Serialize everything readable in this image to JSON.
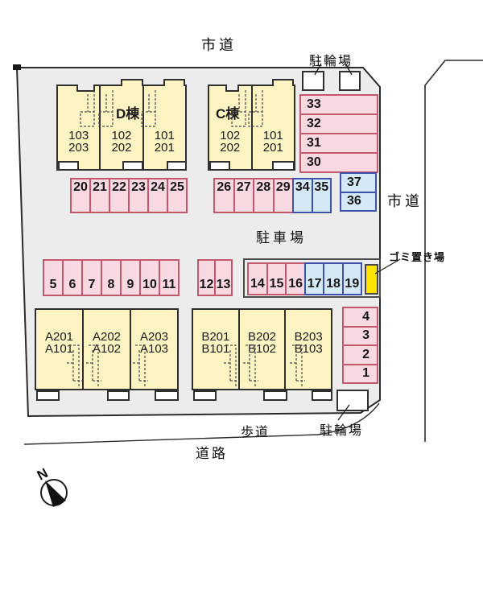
{
  "labels": {
    "road_top": "市道",
    "road_right": "市道",
    "road_bottom": "道路",
    "sidewalk": "歩道",
    "parking_area": "駐車場",
    "bicycle_top": "駐輪場",
    "bicycle_bottom": "駐輪場",
    "garbage": "ゴミ置き場",
    "compass_north": "N"
  },
  "buildings": {
    "D": {
      "label": "D棟",
      "units": [
        [
          "103",
          "203"
        ],
        [
          "102",
          "202"
        ],
        [
          "101",
          "201"
        ]
      ]
    },
    "C": {
      "label": "C棟",
      "units": [
        [
          "102",
          "202"
        ],
        [
          "101",
          "201"
        ]
      ]
    },
    "A": {
      "units": [
        [
          "A201",
          "A101"
        ],
        [
          "A202",
          "A102"
        ],
        [
          "A203",
          "A103"
        ]
      ]
    },
    "B": {
      "units": [
        [
          "B201",
          "B101"
        ],
        [
          "B202",
          "B102"
        ],
        [
          "B203",
          "B103"
        ]
      ]
    }
  },
  "parking": {
    "row20_25": [
      "20",
      "21",
      "22",
      "23",
      "24",
      "25"
    ],
    "row26_29": [
      "26",
      "27",
      "28",
      "29"
    ],
    "row34_35": [
      "34",
      "35"
    ],
    "stack37_36": [
      "37",
      "36"
    ],
    "stack33_30": [
      "33",
      "32",
      "31",
      "30"
    ],
    "row5_11": [
      "5",
      "6",
      "7",
      "8",
      "9",
      "10",
      "11"
    ],
    "row12_13": [
      "12",
      "13"
    ],
    "row14_16": [
      "14",
      "15",
      "16"
    ],
    "row17_19": [
      "17",
      "18",
      "19"
    ],
    "stack4_1": [
      "4",
      "3",
      "2",
      "1"
    ]
  },
  "colors": {
    "site_background": "#ECECEC",
    "stall_pink_fill": "#F8D8E1",
    "stall_pink_border": "#C1586B",
    "stall_blue_fill": "#D4E8F6",
    "stall_blue_border": "#3F51A8",
    "building_fill": "#FBF3C1",
    "garbage_yellow": "#FFE400",
    "line": "#2B2B2B"
  }
}
